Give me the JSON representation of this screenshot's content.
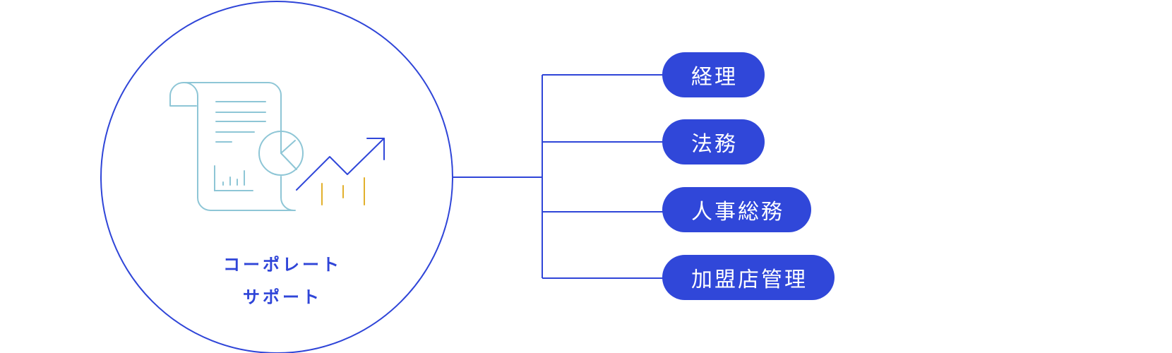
{
  "center": {
    "title_line1": "コーポレート",
    "title_line2": "サポート"
  },
  "branches": [
    {
      "label": "経理"
    },
    {
      "label": "法務"
    },
    {
      "label": "人事総務"
    },
    {
      "label": "加盟店管理"
    }
  ],
  "colors": {
    "primary": "#3047d9",
    "outline": "#2f45d8",
    "icon_blue": "#8ec6d6",
    "icon_yellow": "#e2b02c",
    "white": "#ffffff"
  },
  "icons": [
    "document-scroll-icon",
    "pie-chart-icon",
    "bar-chart-icon",
    "trend-arrow-icon"
  ]
}
